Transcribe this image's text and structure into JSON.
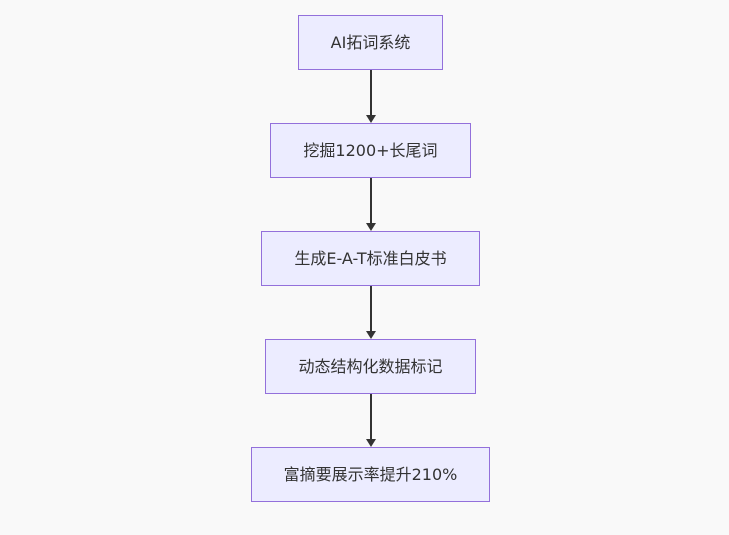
{
  "flowchart": {
    "type": "vertical-flowchart",
    "direction": "top-to-bottom",
    "nodes": [
      {
        "label": "AI拓词系统"
      },
      {
        "label": "挖掘1200+长尾词"
      },
      {
        "label": "生成E-A-T标准白皮书"
      },
      {
        "label": "动态结构化数据标记"
      },
      {
        "label": "富摘要展示率提升210%"
      }
    ],
    "colors": {
      "node_fill": "#ececff",
      "node_border": "#9370db",
      "node_text": "#333333",
      "arrow": "#333333",
      "background": "#f9f9f9"
    }
  }
}
